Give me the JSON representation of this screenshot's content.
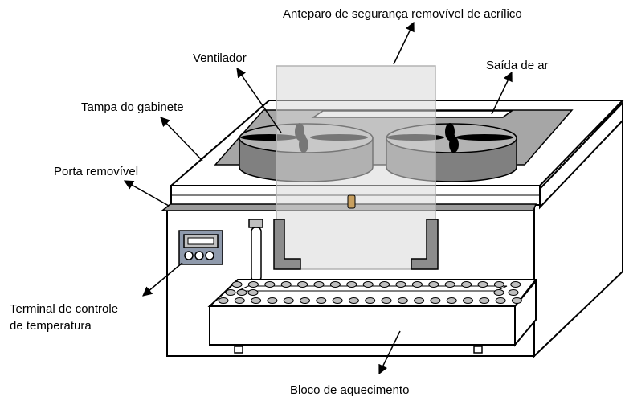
{
  "labels": {
    "shield": "Anteparo de segurança removível de acrílico",
    "fan": "Ventilador",
    "air_outlet": "Saída de ar",
    "cabinet_lid": "Tampa do gabinete",
    "removable_door": "Porta removível",
    "temp_control_line1": "Terminal de controle",
    "temp_control_line2": "de temperatura",
    "heating_block": "Bloco de aquecimento"
  },
  "colors": {
    "outline": "#000000",
    "panel_gray": "#a6a6a6",
    "fan_side": "#808080",
    "fan_top": "#b3b3b3",
    "controller_face": "#8f9aac",
    "screen": "#c0c0c0",
    "acrylic": "#d9d9d9",
    "bracket": "#8c8c8c",
    "hole": "#bfbfbf"
  }
}
